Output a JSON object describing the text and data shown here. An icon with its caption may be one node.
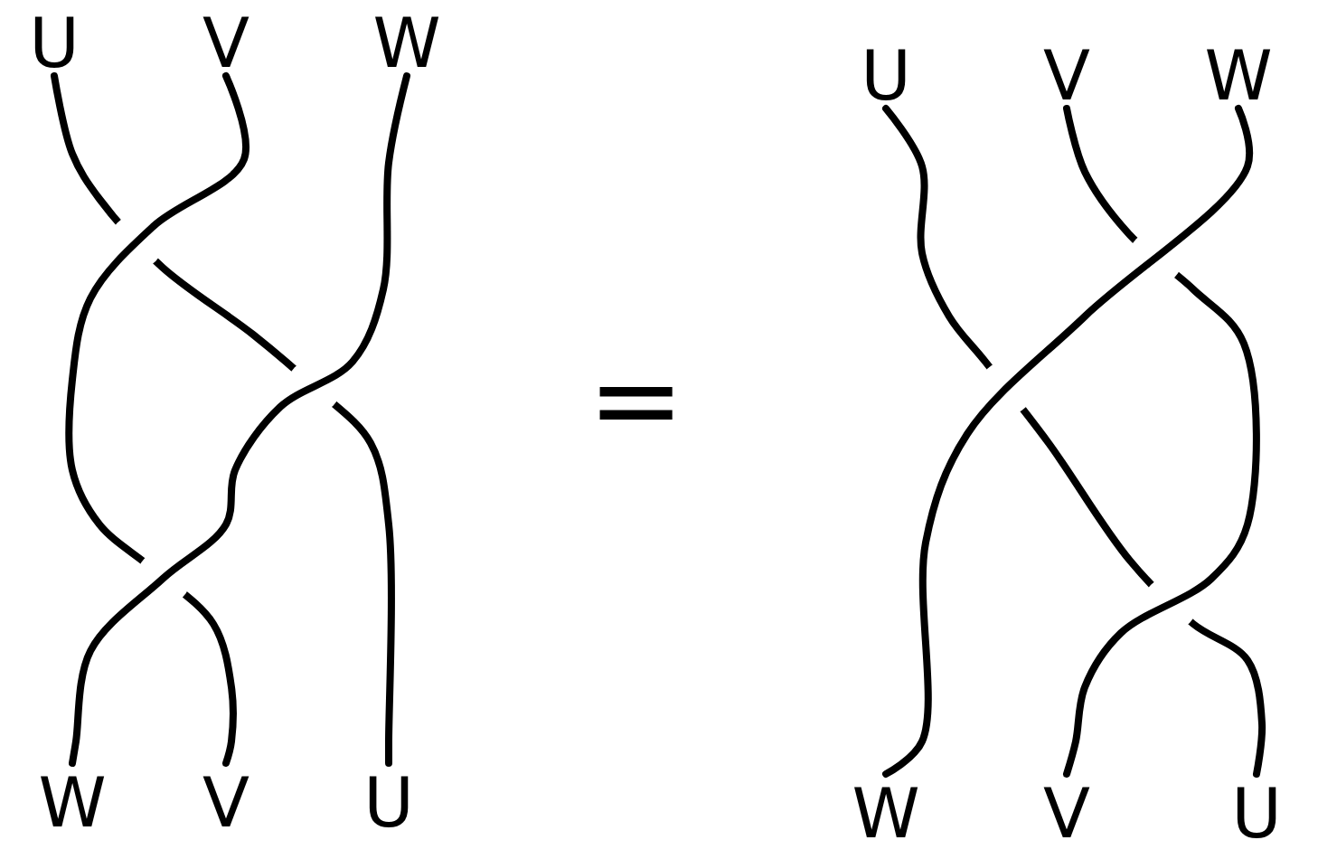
{
  "diagram": {
    "nodes": [
      {
        "text": [
          "U"
        ]
      },
      {
        "text": [
          "V"
        ]
      },
      {
        "text": [
          "W"
        ]
      },
      {
        "text": [
          "W"
        ]
      },
      {
        "text": [
          "V"
        ]
      },
      {
        "text": [
          "U"
        ]
      },
      {
        "text": [
          "U"
        ]
      },
      {
        "text": [
          "V"
        ]
      },
      {
        "text": [
          "W"
        ]
      },
      {
        "text": [
          "W"
        ]
      },
      {
        "text": [
          "V"
        ]
      },
      {
        "text": [
          "U"
        ]
      }
    ],
    "edges": [
      {
        "from": 0,
        "to": 5,
        "arrow": "none"
      },
      {
        "from": 1,
        "to": 4,
        "arrow": "none"
      },
      {
        "from": 2,
        "to": 3,
        "arrow": "none"
      },
      {
        "from": 6,
        "to": 11,
        "arrow": "none"
      },
      {
        "from": 7,
        "to": 10,
        "arrow": "none"
      },
      {
        "from": 8,
        "to": 9,
        "arrow": "none"
      }
    ],
    "labels": [
      "="
    ]
  }
}
